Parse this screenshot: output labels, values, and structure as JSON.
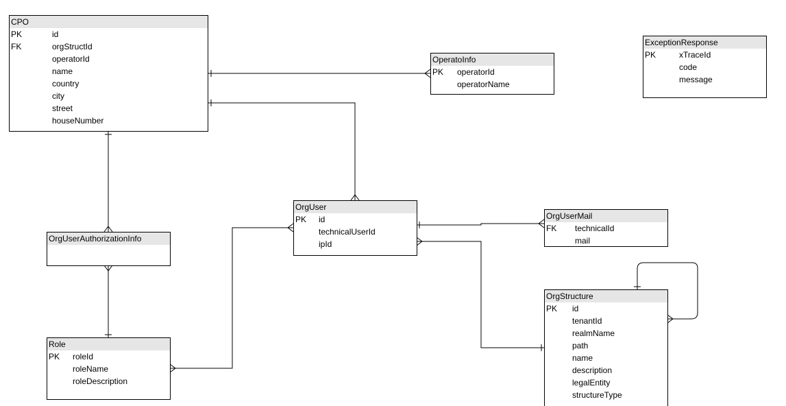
{
  "entities": {
    "cpo": {
      "title": "CPO",
      "fields": [
        {
          "key": "PK",
          "name": "id"
        },
        {
          "key": "FK",
          "name": "orgStructId"
        },
        {
          "key": "",
          "name": "operatorId"
        },
        {
          "key": "",
          "name": "name"
        },
        {
          "key": "",
          "name": "country"
        },
        {
          "key": "",
          "name": "city"
        },
        {
          "key": "",
          "name": "street"
        },
        {
          "key": "",
          "name": "houseNumber"
        }
      ]
    },
    "operato_info": {
      "title": "OperatoInfo",
      "fields": [
        {
          "key": "PK",
          "name": "operatorId"
        },
        {
          "key": "",
          "name": "operatorName"
        }
      ]
    },
    "exception_response": {
      "title": "ExceptionResponse",
      "fields": [
        {
          "key": "PK",
          "name": "xTraceId"
        },
        {
          "key": "",
          "name": "code"
        },
        {
          "key": "",
          "name": "message"
        }
      ]
    },
    "org_user": {
      "title": "OrgUser",
      "fields": [
        {
          "key": "PK",
          "name": "id"
        },
        {
          "key": "",
          "name": "technicalUserId"
        },
        {
          "key": "",
          "name": "ipId"
        }
      ]
    },
    "org_user_mail": {
      "title": "OrgUserMail",
      "fields": [
        {
          "key": "FK",
          "name": "technicalId"
        },
        {
          "key": "",
          "name": "mail"
        }
      ]
    },
    "org_user_authorization_info": {
      "title": "OrgUserAuthorizationInfo",
      "fields": []
    },
    "role": {
      "title": "Role",
      "fields": [
        {
          "key": "PK",
          "name": "roleId"
        },
        {
          "key": "",
          "name": "roleName"
        },
        {
          "key": "",
          "name": "roleDescription"
        }
      ]
    },
    "org_structure": {
      "title": "OrgStructure",
      "fields": [
        {
          "key": "PK",
          "name": "id"
        },
        {
          "key": "",
          "name": "tenantId"
        },
        {
          "key": "",
          "name": "realmName"
        },
        {
          "key": "",
          "name": "path"
        },
        {
          "key": "",
          "name": "name"
        },
        {
          "key": "",
          "name": "description"
        },
        {
          "key": "",
          "name": "legalEntity"
        },
        {
          "key": "",
          "name": "structureType"
        }
      ]
    }
  },
  "relationships": [
    {
      "from": "CPO",
      "to": "OperatoInfo",
      "from_end": "one",
      "to_end": "many"
    },
    {
      "from": "CPO",
      "to": "OrgUser",
      "from_end": "one",
      "to_end": "many"
    },
    {
      "from": "CPO",
      "to": "OrgUserAuthorizationInfo",
      "from_end": "one",
      "to_end": "many"
    },
    {
      "from": "OrgUserAuthorizationInfo",
      "to": "Role",
      "from_end": "many",
      "to_end": "one"
    },
    {
      "from": "Role",
      "to": "OrgUser",
      "from_end": "many",
      "to_end": "many"
    },
    {
      "from": "OrgUser",
      "to": "OrgUserMail",
      "from_end": "one",
      "to_end": "many"
    },
    {
      "from": "OrgUser",
      "to": "OrgStructure",
      "from_end": "many",
      "to_end": "one"
    },
    {
      "from": "OrgStructure",
      "to": "OrgStructure",
      "from_end": "one",
      "to_end": "many"
    }
  ]
}
